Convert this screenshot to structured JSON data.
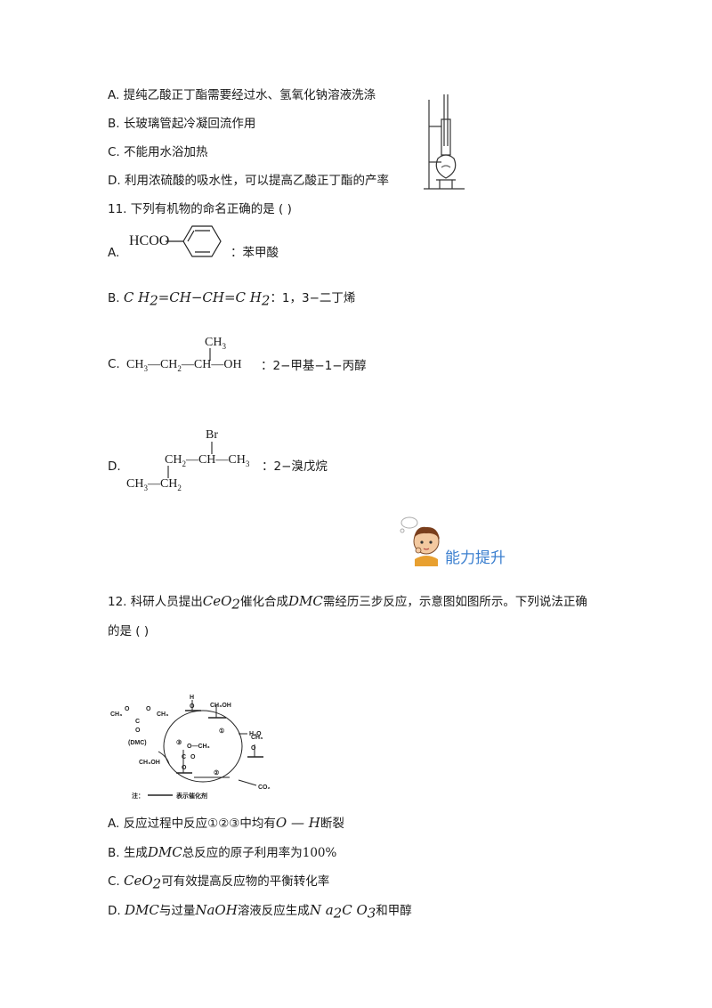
{
  "q10": {
    "options": [
      {
        "letter": "A.",
        "text": "提纯乙酸正丁酯需要经过水、氢氧化钠溶液洗涤"
      },
      {
        "letter": "B.",
        "text": "长玻璃管起冷凝回流作用"
      },
      {
        "letter": "C.",
        "text": "不能用水浴加热"
      },
      {
        "letter": "D.",
        "text": "利用浓硫酸的吸水性，可以提高乙酸正丁酯的产率"
      }
    ]
  },
  "q11": {
    "stem": "11. 下列有机物的命名正确的是 (    )",
    "A": {
      "letter": "A.",
      "formula": "HCOO",
      "name": "：苯甲酸"
    },
    "B": {
      "letter": "B.",
      "p1": "C H",
      "s1": "2",
      "p2": "=CH−CH=C H",
      "s2": "2",
      "name": "：1，3−二丁烯"
    },
    "C": {
      "letter": "C.",
      "top": "CH",
      "top_sub": "3",
      "chain": [
        "CH",
        "3",
        "—CH",
        "2",
        "—CH—OH"
      ],
      "name": "：2−甲基−1−丙醇"
    },
    "D": {
      "letter": "D.",
      "top": "Br",
      "mid": [
        "CH",
        "2",
        "—CH—CH",
        "3"
      ],
      "low": [
        "CH",
        "3",
        "—CH",
        "2"
      ],
      "name": "：2−溴戊烷"
    }
  },
  "banner": {
    "text": "能力提升"
  },
  "q12": {
    "stem_p1": "12. 科研人员提出",
    "stem_f1": "CeO",
    "stem_f1_sub": "2",
    "stem_p2": "催化合成",
    "stem_f2": "DMC",
    "stem_p3": "需经历三步反应，示意图如图所示。下列说法正确",
    "stem_line2": "的是  (    )",
    "diagram": {
      "labels": [
        "CH₃",
        "O",
        "C",
        "O",
        "CH₃",
        "O",
        "(DMC)",
        "H",
        "O",
        "CH₃OH",
        "①",
        "H₂O",
        "CH₃",
        "O",
        "③",
        "O—CH₃",
        "C",
        "O",
        "O",
        "CH₃OH",
        "②",
        "CO₂"
      ],
      "note": "注：",
      "note_text": "表示催化剂"
    },
    "options": {
      "A": {
        "letter": "A.",
        "p1": "反应过程中反应①②③中均有",
        "f": "O — H",
        "p2": "断裂"
      },
      "B": {
        "letter": "B.",
        "p1": "生成",
        "f": "DMC",
        "p2": "总反应的原子利用率为",
        "n": "100%"
      },
      "C": {
        "letter": "C.",
        "f": "CeO",
        "fs": "2",
        "p2": "可有效提高反应物的平衡转化率"
      },
      "D": {
        "letter": "D.",
        "f1": "DMC",
        "p1": "与过量",
        "f2": "NaOH",
        "p2": "溶液反应生成",
        "f3a": "N a",
        "f3s1": "2",
        "f3b": "C O",
        "f3s2": "3",
        "p3": "和甲醇"
      }
    }
  }
}
